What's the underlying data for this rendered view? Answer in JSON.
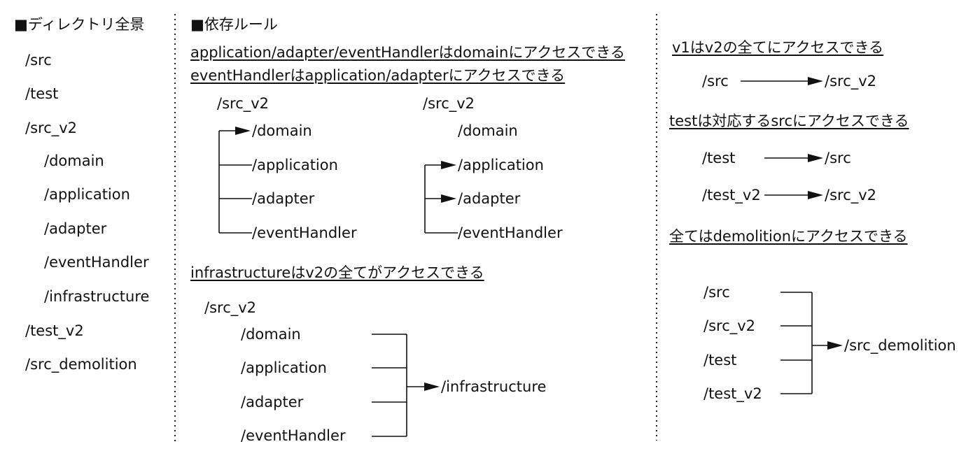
{
  "tree": {
    "heading": "■ディレクトリ全景",
    "items": [
      "/src",
      "/test",
      "/src_v2",
      "/domain",
      "/application",
      "/adapter",
      "/eventHandler",
      "/infrastructure",
      "/test_v2",
      "/src_demolition"
    ]
  },
  "rules": {
    "heading": "■依存ルール",
    "rule1": {
      "line1": "application/adapter/eventHandlerはdomainにアクセスできる",
      "line2": "eventHandlerはapplication/adapterにアクセスできる",
      "left": {
        "root": "/src_v2",
        "domain": "/domain",
        "application": "/application",
        "adapter": "/adapter",
        "eventHandler": "/eventHandler"
      },
      "right": {
        "root": "/src_v2",
        "domain": "/domain",
        "application": "/application",
        "adapter": "/adapter",
        "eventHandler": "/eventHandler"
      }
    },
    "rule2": {
      "title": "infrastructureはv2の全てがアクセスできる",
      "root": "/src_v2",
      "domain": "/domain",
      "application": "/application",
      "adapter": "/adapter",
      "eventHandler": "/eventHandler",
      "target": "/infrastructure"
    },
    "rule3": {
      "title": "v1はv2の全てにアクセスできる",
      "from": "/src",
      "to": "/src_v2"
    },
    "rule4": {
      "title": "testは対応するsrcにアクセスできる",
      "row1_from": "/test",
      "row1_to": "/src",
      "row2_from": "/test_v2",
      "row2_to": "/src_v2"
    },
    "rule5": {
      "title": "全てはdemolitionにアクセスできる",
      "src": "/src",
      "src_v2": "/src_v2",
      "test": "/test",
      "test_v2": "/test_v2",
      "target": "/src_demolition"
    }
  }
}
